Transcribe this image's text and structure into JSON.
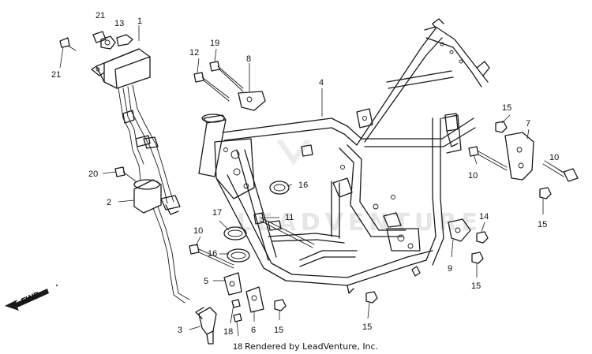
{
  "callouts": [
    {
      "id": "c21a",
      "text": "21"
    },
    {
      "id": "c13",
      "text": "13"
    },
    {
      "id": "c1",
      "text": "1"
    },
    {
      "id": "c21b",
      "text": "21"
    },
    {
      "id": "c19",
      "text": "19"
    },
    {
      "id": "c12",
      "text": "12"
    },
    {
      "id": "c8",
      "text": "8"
    },
    {
      "id": "c4",
      "text": "4"
    },
    {
      "id": "c15a",
      "text": "15"
    },
    {
      "id": "c7",
      "text": "7"
    },
    {
      "id": "c10a",
      "text": "10"
    },
    {
      "id": "c10b",
      "text": "10"
    },
    {
      "id": "c15b",
      "text": "15"
    },
    {
      "id": "c20",
      "text": "20"
    },
    {
      "id": "c2",
      "text": "2"
    },
    {
      "id": "c16a",
      "text": "16"
    },
    {
      "id": "c17",
      "text": "17"
    },
    {
      "id": "c11",
      "text": "11"
    },
    {
      "id": "c10c",
      "text": "10"
    },
    {
      "id": "c16b",
      "text": "16"
    },
    {
      "id": "c14",
      "text": "14"
    },
    {
      "id": "c9",
      "text": "9"
    },
    {
      "id": "c15c",
      "text": "15"
    },
    {
      "id": "c5",
      "text": "5"
    },
    {
      "id": "c3",
      "text": "3"
    },
    {
      "id": "c18a",
      "text": "18"
    },
    {
      "id": "c6",
      "text": "6"
    },
    {
      "id": "c15d",
      "text": "15"
    },
    {
      "id": "c15e",
      "text": "15"
    },
    {
      "id": "c18b",
      "text": "18"
    }
  ],
  "fwd_label": "FWD",
  "watermark": "LEADVENTURE",
  "credit": "Rendered by LeadVenture, Inc."
}
